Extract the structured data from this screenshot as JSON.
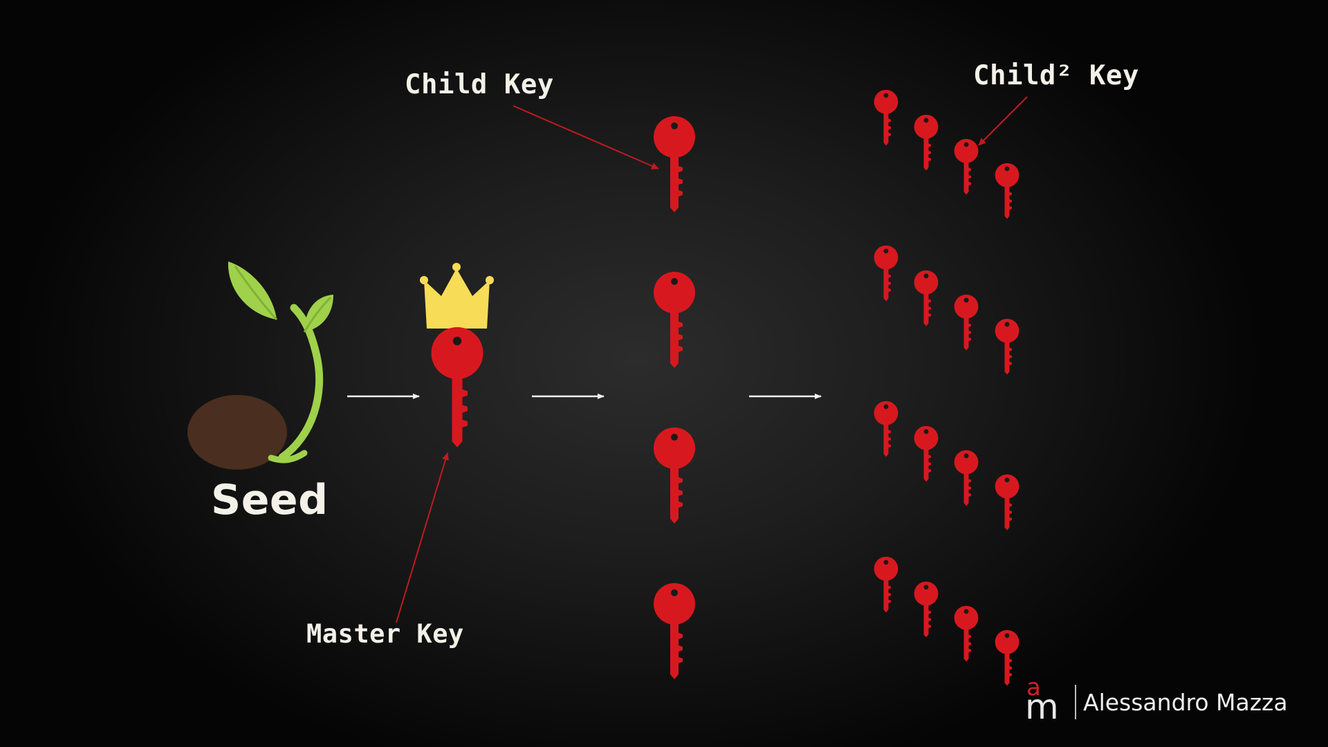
{
  "labels": {
    "child_key": "Child Key",
    "child2_key": "Child² Key",
    "master_key": "Master Key",
    "seed": "Seed"
  },
  "brand": {
    "mark_a": "a",
    "mark_m": "m",
    "name": "Alessandro Mazza"
  },
  "icons": {
    "seed": "seed-sprout-icon",
    "crown": "crown-icon",
    "key": "key-icon",
    "arrow": "arrow-right-icon"
  },
  "colors": {
    "key_red": "#d7191f",
    "crown_yellow": "#f6dc57",
    "leaf_green": "#9fd14a",
    "seed_brown": "#4a2e1f",
    "text": "#f3f1e8",
    "pointer_red": "#c01a20"
  }
}
